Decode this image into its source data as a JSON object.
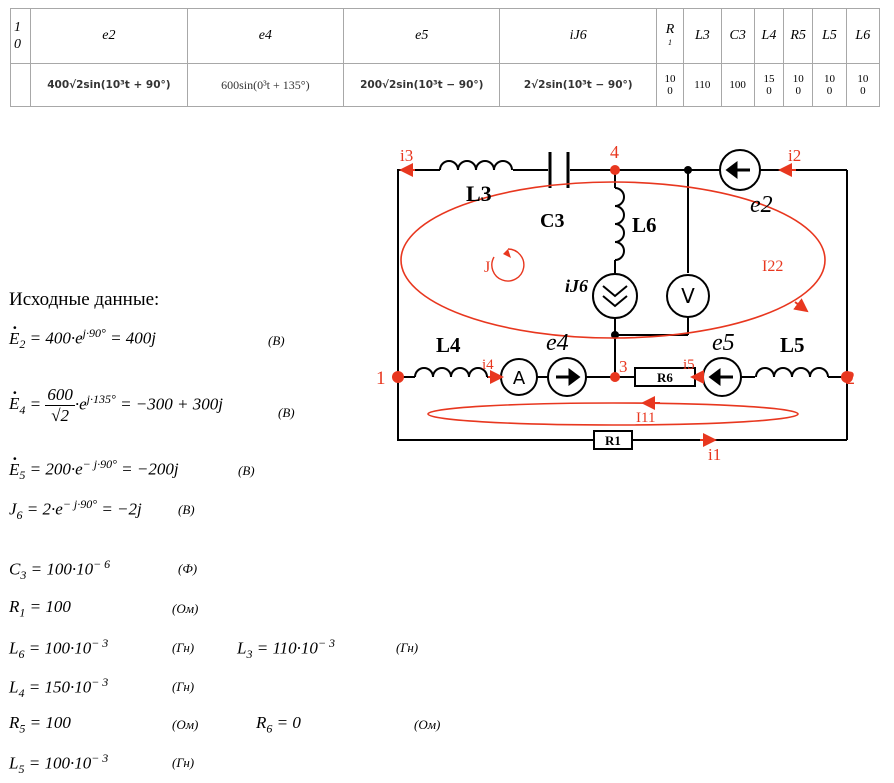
{
  "table": {
    "variant": [
      "1",
      "0"
    ],
    "head": {
      "e2": "e2",
      "e4": "e4",
      "e5": "e5",
      "iJ6": "iJ6",
      "R1_top": "R",
      "R1_sub": "1",
      "L3": "L3",
      "C3": "C3",
      "L4": "L4",
      "R5": "R5",
      "L5": "L5",
      "L6": "L6"
    },
    "values": {
      "e2": "400√2sin(10³t + 90°)",
      "e4": "600sin(0³t + 135°)",
      "e5": "200√2sin(10³t − 90°)",
      "iJ6": "2√2sin(10³t − 90°)",
      "R1": [
        "10",
        "0"
      ],
      "L3": "110",
      "C3": "100",
      "L4": [
        "15",
        "0"
      ],
      "R5": [
        "10",
        "0"
      ],
      "L5": [
        "10",
        "0"
      ],
      "L6": [
        "10",
        "0"
      ]
    }
  },
  "circuit": {
    "labels": {
      "i3": "i3",
      "i2": "i2",
      "node4": "4",
      "L3": "L3",
      "C3": "C3",
      "L6": "L6",
      "e2": "e2",
      "J": "J",
      "iJ6": "iJ6",
      "V": "V",
      "I22": "I22",
      "node1": "1",
      "L4": "L4",
      "i4": "i4",
      "A": "A",
      "e4": "e4",
      "node3": "3",
      "R6": "R6",
      "i5": "i5",
      "e5": "e5",
      "L5": "L5",
      "node2": "2",
      "I11": "I11",
      "R1": "R1",
      "i1": "i1"
    },
    "colors": {
      "accent": "#e8371f",
      "wire": "#000000"
    }
  },
  "given": {
    "heading": "Исходные данные:",
    "E2": {
      "lhs": "E",
      "sub": "2",
      "text1": " = 400·e",
      "sup": "j·90°",
      "text2": " = 400j",
      "unit": "(В)"
    },
    "E4": {
      "lhs": "E",
      "sub": "4",
      "num": "600",
      "den": "√2",
      "text1": "·e",
      "sup": "j·135°",
      "text2": " = −300 + 300j",
      "unit": "(В)"
    },
    "E5": {
      "lhs": "E",
      "sub": "5",
      "text1": " = 200·e",
      "sup": "− j·90°",
      "text2": " = −200j",
      "unit": "(В)"
    },
    "J6": {
      "lhs": "J",
      "sub": "6",
      "text1": " = 2·e",
      "sup": "− j·90°",
      "text2": " = −2j",
      "unit": "(В)"
    },
    "C3": {
      "lhs": "C",
      "sub": "3",
      "text1": " = 100·10",
      "sup": "− 6",
      "unit": "(Ф)"
    },
    "R1": {
      "lhs": "R",
      "sub": "1",
      "text1": " = 100",
      "unit": "(Ом)"
    },
    "L6": {
      "lhs": "L",
      "sub": "6",
      "text1": " = 100·10",
      "sup": "− 3",
      "unit": "(Гн)"
    },
    "L3": {
      "lhs": "L",
      "sub": "3",
      "text1": " = 110·10",
      "sup": "− 3",
      "unit": "(Гн)"
    },
    "L4": {
      "lhs": "L",
      "sub": "4",
      "text1": " = 150·10",
      "sup": "− 3",
      "unit": "(Гн)"
    },
    "R5": {
      "lhs": "R",
      "sub": "5",
      "text1": " = 100",
      "unit": "(Ом)"
    },
    "R6": {
      "lhs": "R",
      "sub": "6",
      "text1": " = 0",
      "unit": "(Ом)"
    },
    "L5": {
      "lhs": "L",
      "sub": "5",
      "text1": " = 100·10",
      "sup": "− 3",
      "unit": "(Гн)"
    }
  }
}
